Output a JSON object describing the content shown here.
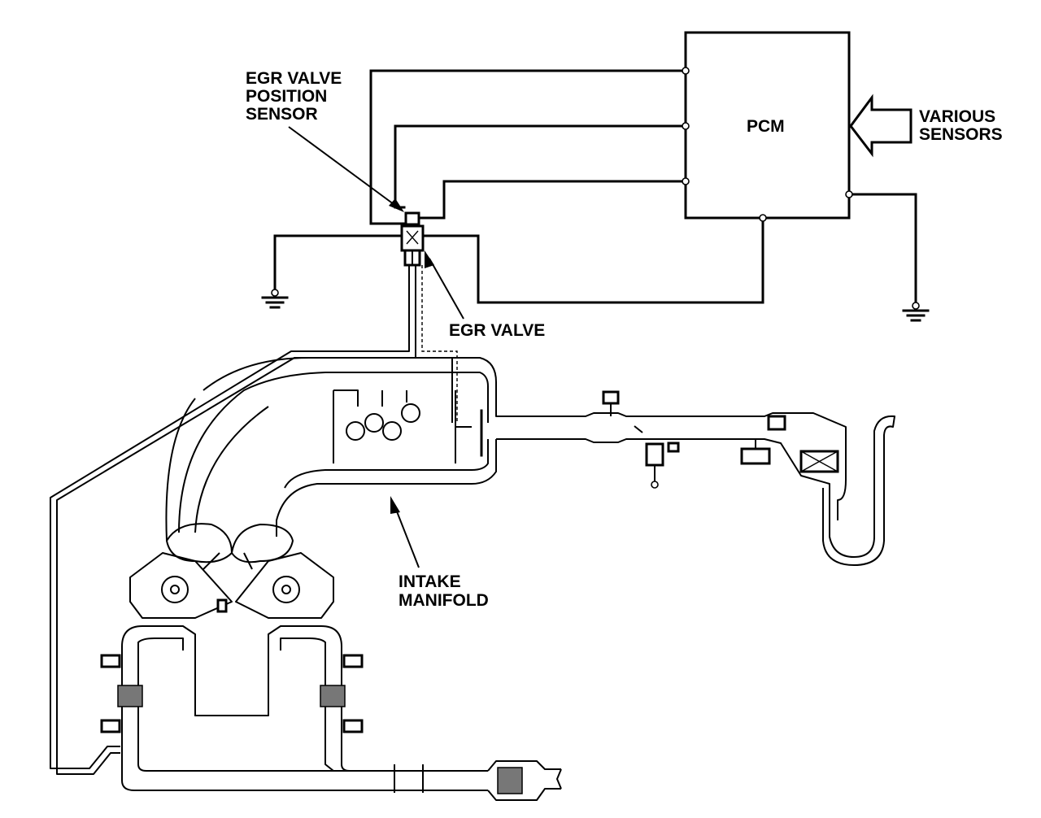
{
  "labels": {
    "egr_valve_position_sensor": [
      "EGR VALVE",
      "POSITION",
      "SENSOR"
    ],
    "pcm": "PCM",
    "various_sensors": [
      "VARIOUS",
      "SENSORS"
    ],
    "egr_valve": "EGR VALVE",
    "intake_manifold": [
      "INTAKE",
      "MANIFOLD"
    ]
  },
  "colors": {
    "line": "#000000",
    "background": "#ffffff"
  }
}
